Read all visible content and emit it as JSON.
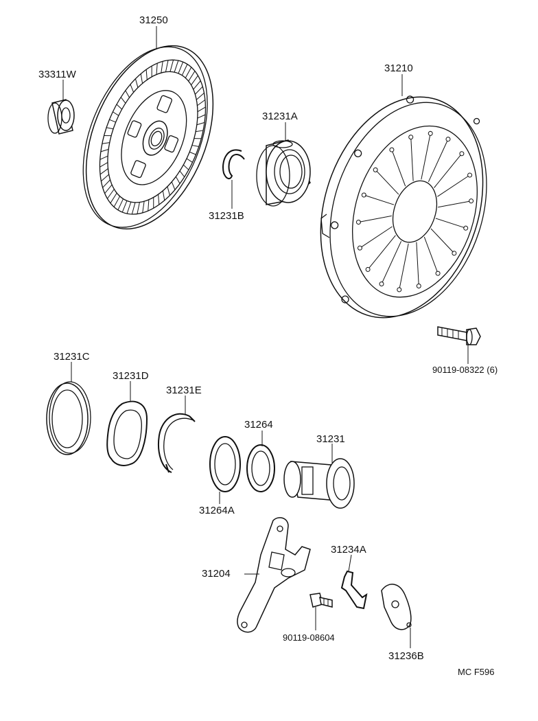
{
  "diagram": {
    "drawing_code": "MC F596",
    "parts": [
      {
        "id": "clutch-disc",
        "label": "31250"
      },
      {
        "id": "pilot-bearing",
        "label": "33311W"
      },
      {
        "id": "clutch-cover",
        "label": "31210"
      },
      {
        "id": "release-bearing-a",
        "label": "31231A"
      },
      {
        "id": "clip-b",
        "label": "31231B"
      },
      {
        "id": "cover-bolt",
        "label": "90119-08322 (6)"
      },
      {
        "id": "seal-c",
        "label": "31231C"
      },
      {
        "id": "plate-d",
        "label": "31231D"
      },
      {
        "id": "snap-ring-e",
        "label": "31231E"
      },
      {
        "id": "washer-31264",
        "label": "31264"
      },
      {
        "id": "washer-31264a",
        "label": "31264A"
      },
      {
        "id": "release-hub",
        "label": "31231"
      },
      {
        "id": "fork",
        "label": "31204"
      },
      {
        "id": "fork-clip",
        "label": "31234A"
      },
      {
        "id": "fork-bolt",
        "label": "90119-08604"
      },
      {
        "id": "fork-support",
        "label": "31236B"
      }
    ]
  }
}
